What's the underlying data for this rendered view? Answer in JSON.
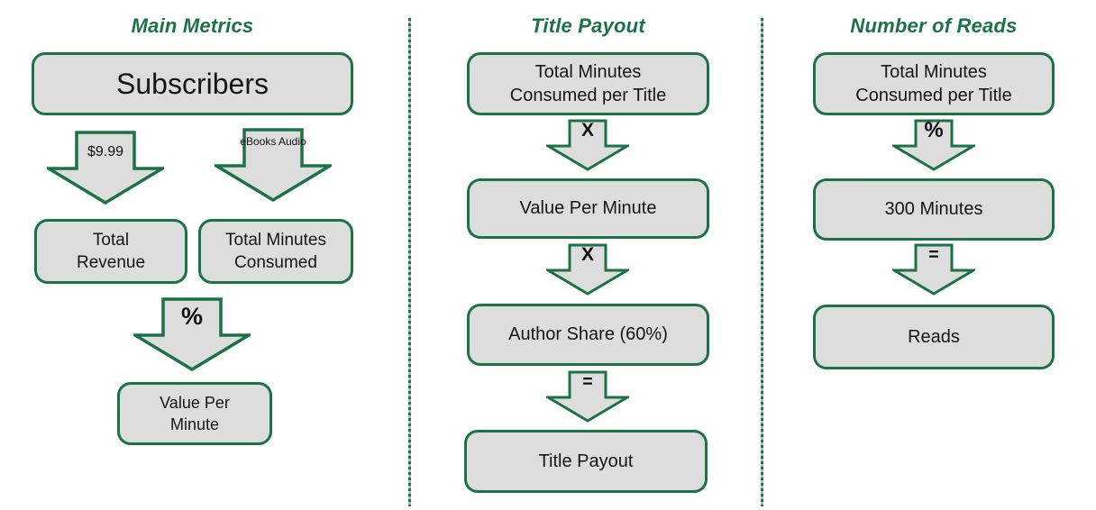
{
  "colors": {
    "accent_green": "#1C7247",
    "box_fill": "#DDDDDD",
    "text": "#161616",
    "background": "#FFFFFF"
  },
  "columns": [
    {
      "title": "Main Metrics",
      "subscribers_box": "Subscribers",
      "price_arrow_label": "$9.99",
      "formats_arrow_lines": [
        "eBooks",
        "Audio"
      ],
      "total_revenue_lines": [
        "Total",
        "Revenue"
      ],
      "total_minutes_lines": [
        "Total Minutes",
        "Consumed"
      ],
      "percent_arrow_label": "%",
      "value_per_minute_lines": [
        "Value Per",
        "Minute"
      ]
    },
    {
      "title": "Title Payout",
      "box1_lines": [
        "Total Minutes",
        "Consumed per Title"
      ],
      "arrow1_label": "X",
      "box2": "Value Per Minute",
      "arrow2_label": "X",
      "box3": "Author Share (60%)",
      "arrow3_label": "=",
      "box4": "Title Payout"
    },
    {
      "title": "Number of Reads",
      "box1_lines": [
        "Total Minutes",
        "Consumed per Title"
      ],
      "arrow1_label": "%",
      "box2": "300 Minutes",
      "arrow2_label": "=",
      "box3": "Reads"
    }
  ]
}
